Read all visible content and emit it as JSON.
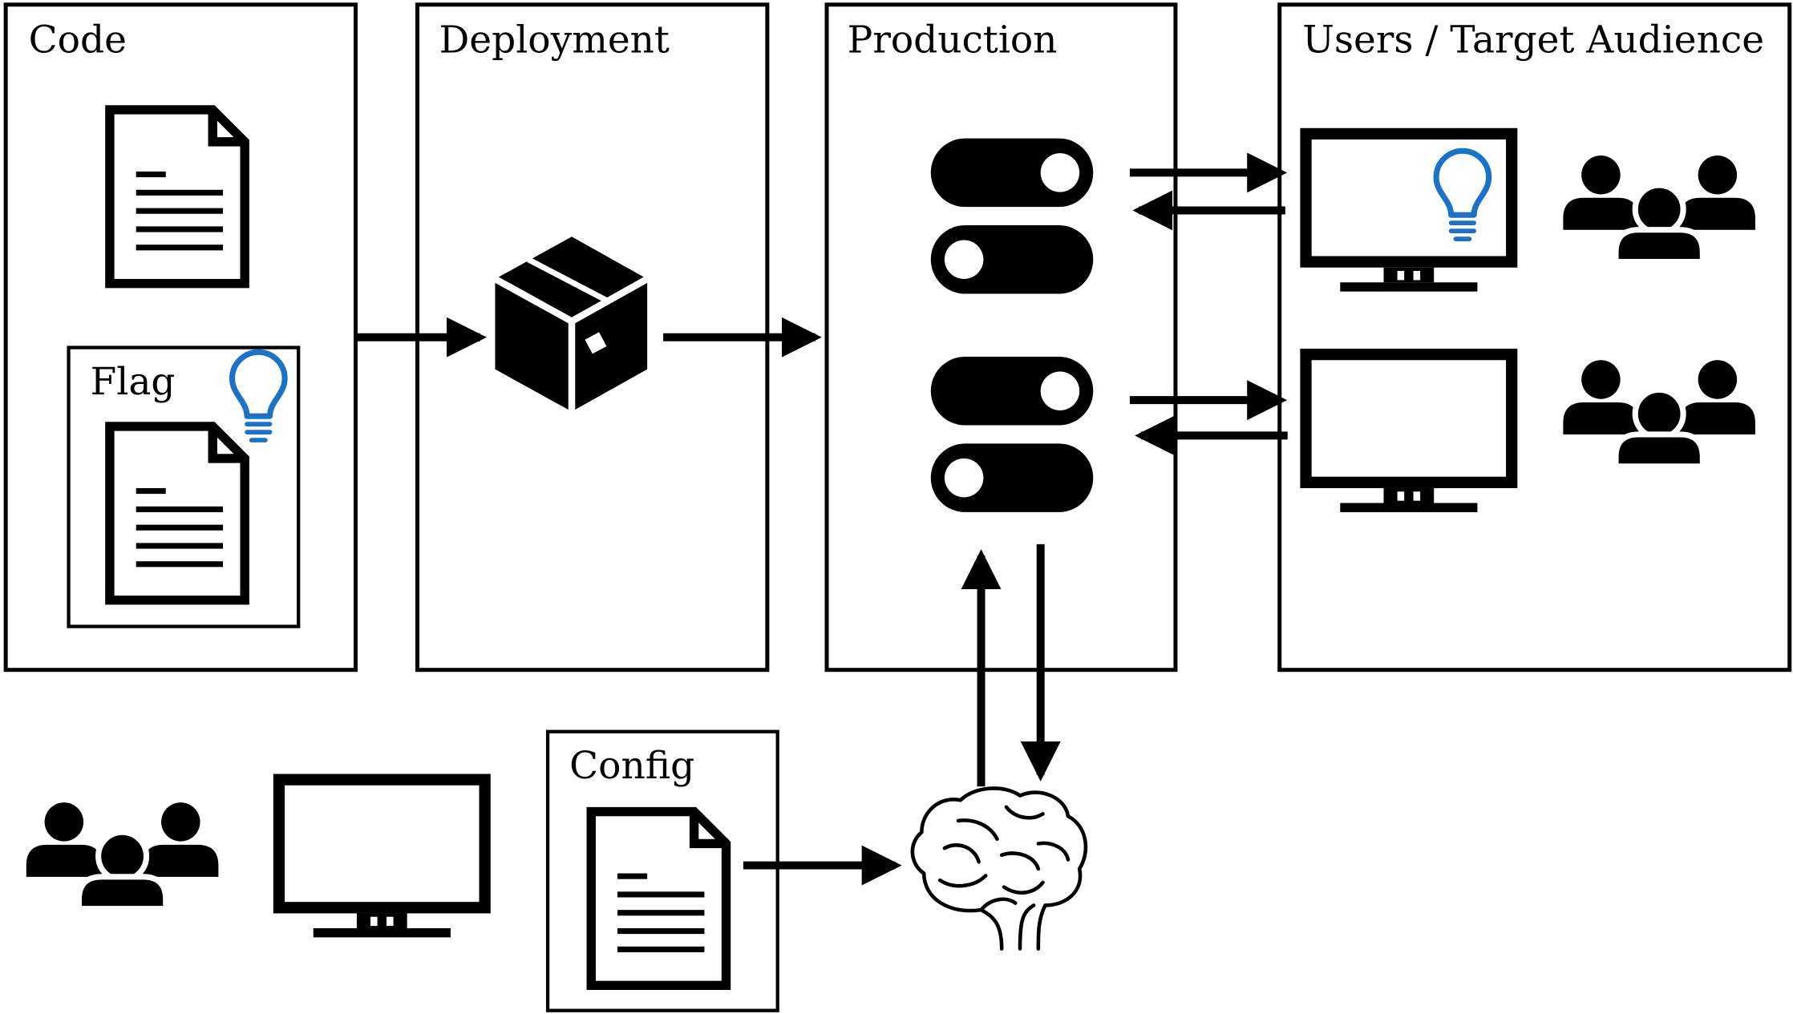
{
  "panels": {
    "code": "Code",
    "deployment": "Deployment",
    "production": "Production",
    "users": "Users / Target Audience"
  },
  "boxes": {
    "flag": "Flag",
    "config": "Config"
  },
  "colors": {
    "accent": "#1a73c8",
    "stroke": "#000000",
    "background": "#ffffff"
  },
  "icons": [
    "document-icon",
    "lightbulb-icon",
    "package-icon",
    "toggle-on-icon",
    "toggle-off-icon",
    "monitor-icon",
    "users-group-icon",
    "brain-icon"
  ]
}
